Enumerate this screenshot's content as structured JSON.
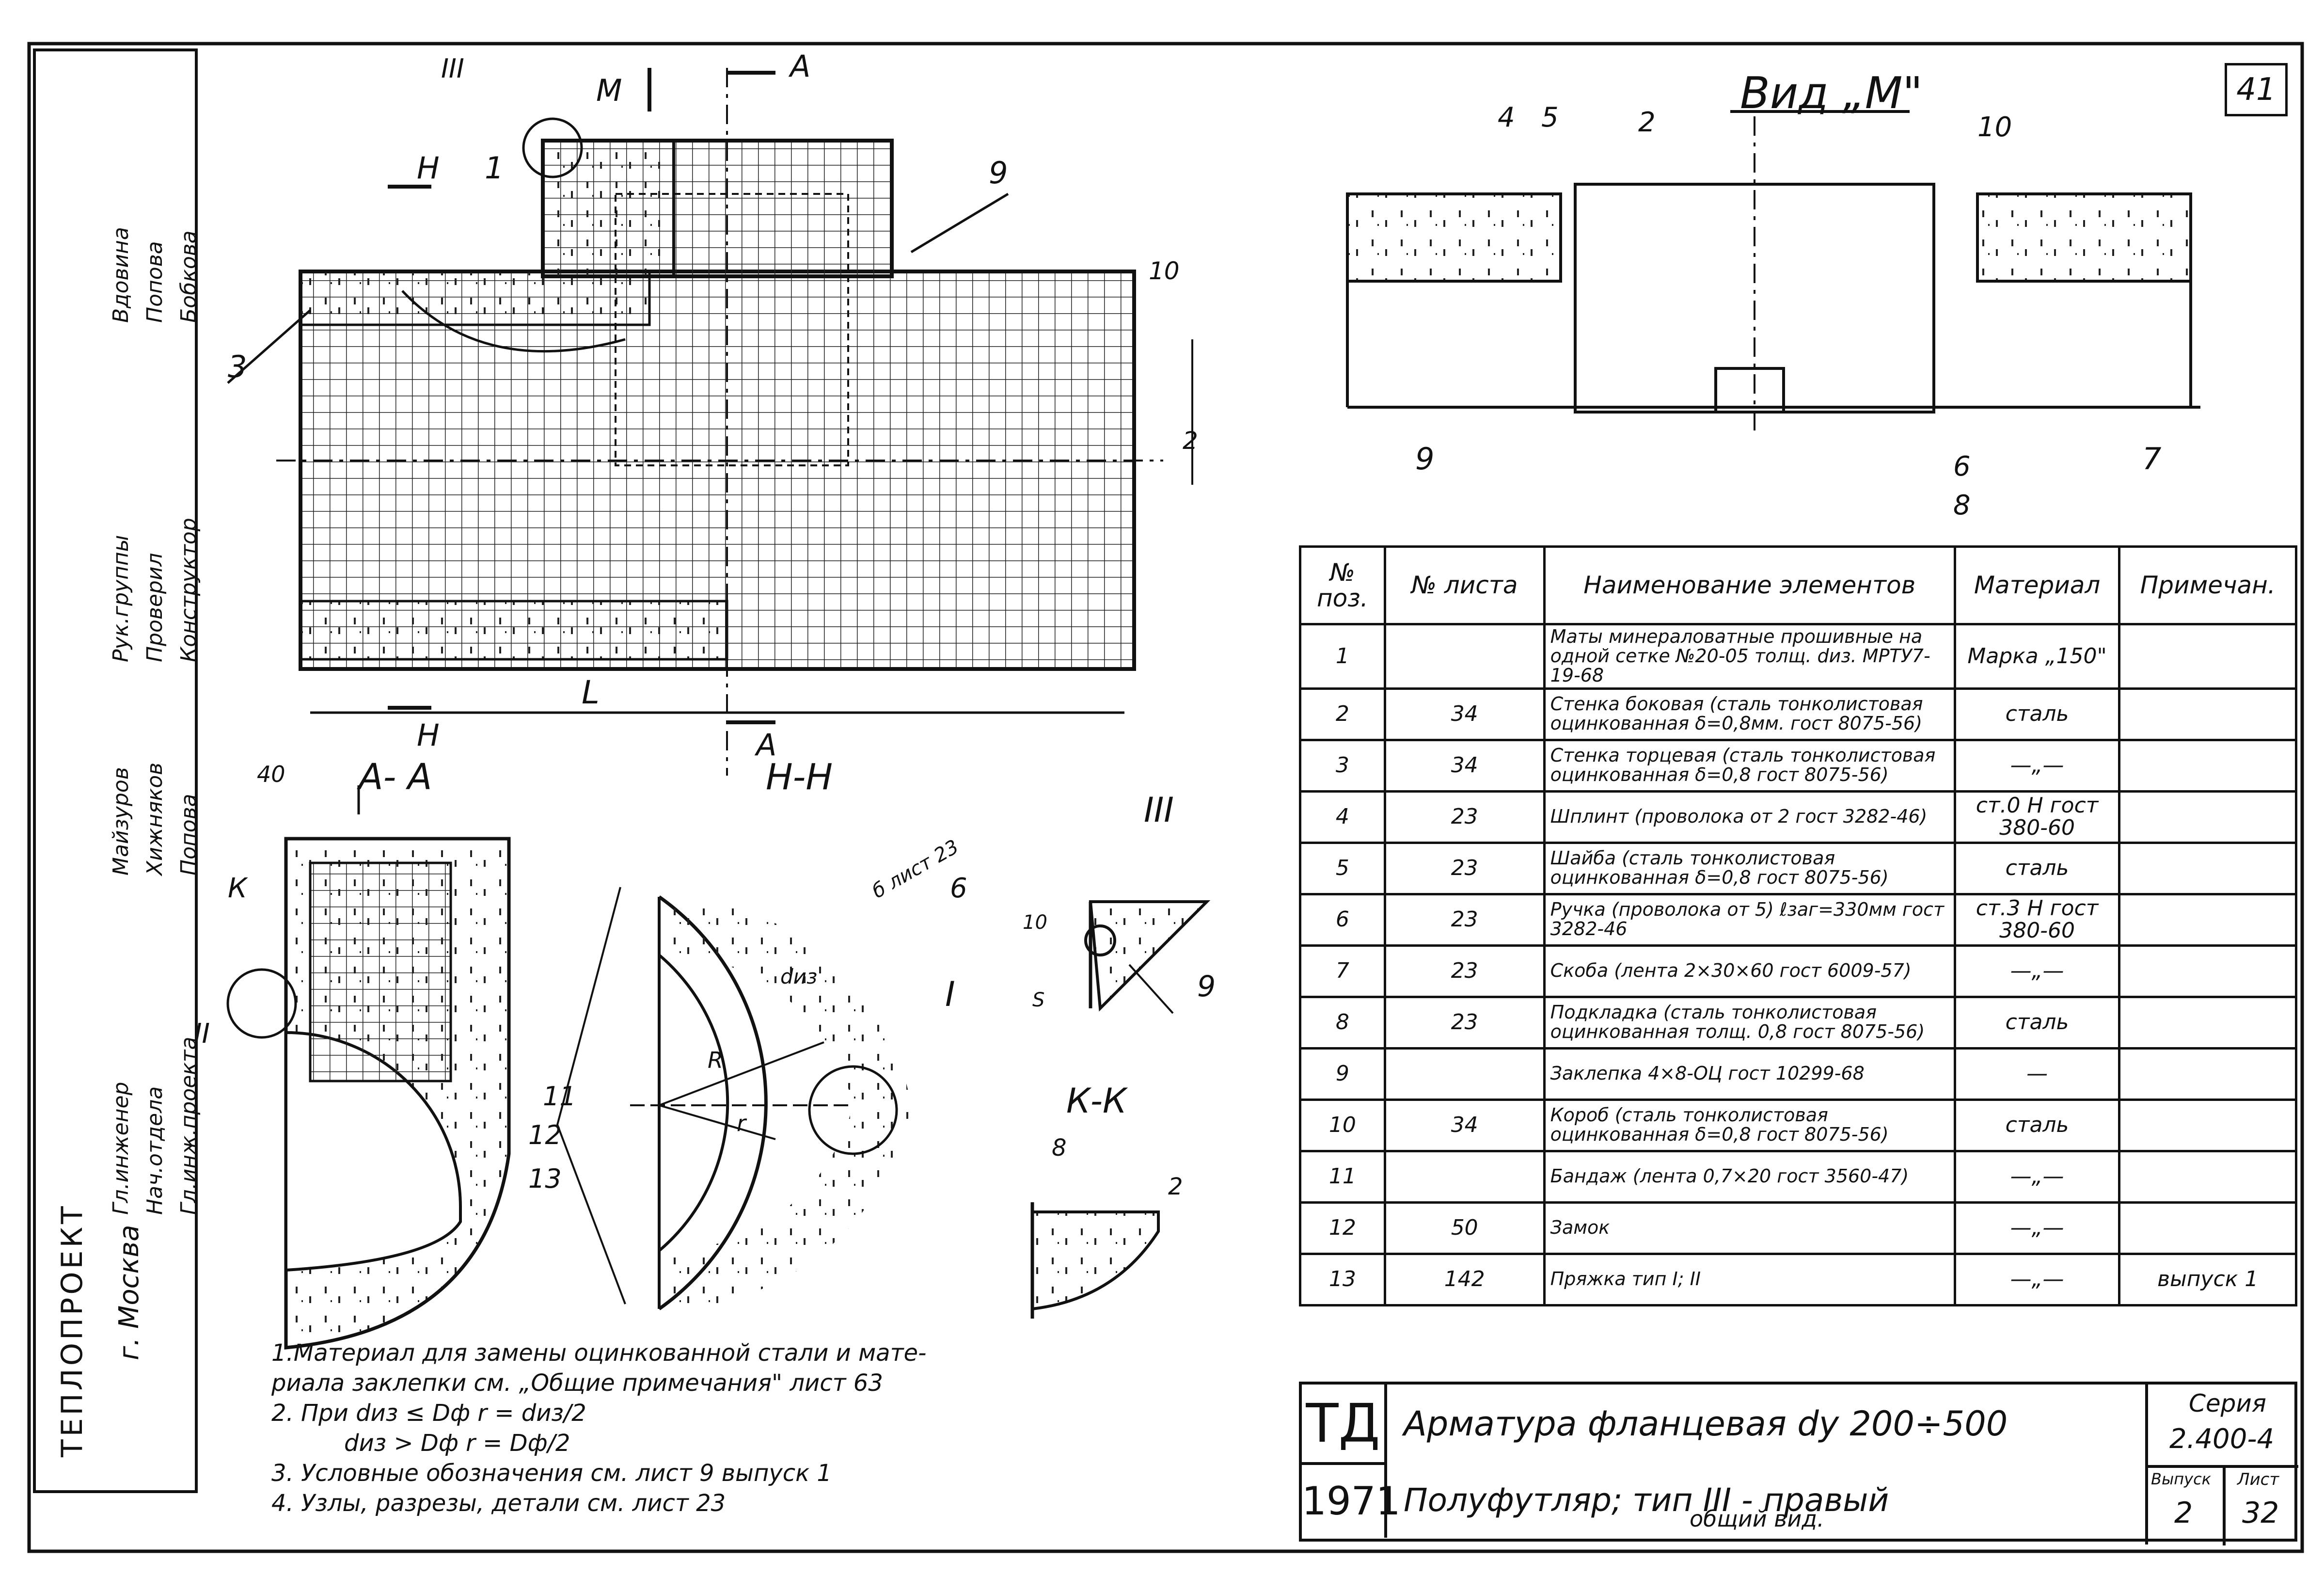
{
  "sheet": {
    "page_number": "41",
    "view_m_title": "Вид „М\""
  },
  "stamp": {
    "org": "ТЕПЛОПРОЕКТ",
    "city": "г. Москва",
    "roles": [
      "Гл.инженер",
      "Нач.отдела",
      "Гл.инж.проекта",
      "Рук.группы",
      "Проверил",
      "Конструктор"
    ],
    "names": [
      "Майзуров",
      "Хижняков",
      "Попова",
      "Вдовина",
      "Попова",
      "Бобкова"
    ]
  },
  "drawing_labels": {
    "plan": [
      "III",
      "М",
      "А",
      "Н",
      "1",
      "9",
      "3",
      "10",
      "2",
      "L",
      "Н",
      "А"
    ],
    "view_m": [
      "4",
      "5",
      "2",
      "10",
      "9",
      "6",
      "8",
      "7"
    ],
    "sections": {
      "aa": "А- А",
      "hh": "Н-Н",
      "iii": "III",
      "kk": "К-К",
      "dim_40": "40",
      "k": "К",
      "ii": "II",
      "i": "I",
      "n11": "11",
      "n12": "12",
      "n13": "13",
      "n6": "6",
      "b_list": "б лист 23",
      "diz": "dиз",
      "R": "R",
      "r": "r",
      "dim_10": "10",
      "s": "S",
      "n9": "9",
      "dim_8": "8",
      "dim_2": "2"
    }
  },
  "spec_table": {
    "headers": [
      "№ поз.",
      "№ листа",
      "Наименование элементов",
      "Материал",
      "Примечан."
    ],
    "rows": [
      {
        "pos": "1",
        "sheet": "",
        "name": "Маты минераловатные прошивные на одной сетке №20-05 толщ. dиз. МРТУ7-19-68",
        "material": "Марка „150\"",
        "note": ""
      },
      {
        "pos": "2",
        "sheet": "34",
        "name": "Стенка боковая (сталь тонколистовая оцинкованная δ=0,8мм. гост 8075-56)",
        "material": "сталь",
        "note": ""
      },
      {
        "pos": "3",
        "sheet": "34",
        "name": "Стенка торцевая (сталь тонколистовая оцинкованная δ=0,8 гост 8075-56)",
        "material": "—„—",
        "note": ""
      },
      {
        "pos": "4",
        "sheet": "23",
        "name": "Шплинт (проволока от 2 гост 3282-46)",
        "material": "ст.0 Н гост 380-60",
        "note": ""
      },
      {
        "pos": "5",
        "sheet": "23",
        "name": "Шайба (сталь тонколистовая оцинкованная δ=0,8 гост 8075-56)",
        "material": "сталь",
        "note": ""
      },
      {
        "pos": "6",
        "sheet": "23",
        "name": "Ручка (проволока от 5) ℓзаг=330мм гост 3282-46",
        "material": "ст.3 Н гост 380-60",
        "note": ""
      },
      {
        "pos": "7",
        "sheet": "23",
        "name": "Скоба (лента 2×30×60 гост 6009-57)",
        "material": "—„—",
        "note": ""
      },
      {
        "pos": "8",
        "sheet": "23",
        "name": "Подкладка (сталь тонколистовая оцинкованная толщ. 0,8 гост 8075-56)",
        "material": "сталь",
        "note": ""
      },
      {
        "pos": "9",
        "sheet": "",
        "name": "Заклепка 4×8-ОЦ гост 10299-68",
        "material": "—",
        "note": ""
      },
      {
        "pos": "10",
        "sheet": "34",
        "name": "Короб (сталь тонколистовая оцинкованная δ=0,8 гост 8075-56)",
        "material": "сталь",
        "note": ""
      },
      {
        "pos": "11",
        "sheet": "",
        "name": "Бандаж (лента 0,7×20 гост 3560-47)",
        "material": "—„—",
        "note": ""
      },
      {
        "pos": "12",
        "sheet": "50",
        "name": "Замок",
        "material": "—„—",
        "note": ""
      },
      {
        "pos": "13",
        "sheet": "142",
        "name": "Пряжка тип I; II",
        "material": "—„—",
        "note": "выпуск 1"
      }
    ]
  },
  "notes": [
    "1.Материал для замены оцинкованной стали и мате-",
    "риала заклепки см. „Общие примечания\" лист 63",
    "2. При dиз ≤ Dф      r = dиз/2",
    "dиз > Dф      r = Dф/2",
    "3. Условные обозначения см. лист 9   выпуск 1",
    "4. Узлы, разрезы, детали см. лист 23"
  ],
  "title_block": {
    "logo_top": "ТД",
    "logo_year": "1971",
    "title": "Арматура фланцевая dy 200÷500",
    "subtitle": "Полуфутляр; тип III - правый",
    "subtitle2": "общий вид.",
    "series_label": "Серия",
    "series_value": "2.400-4",
    "issue_label": "Выпуск",
    "issue_value": "2",
    "sheet_label": "Лист",
    "sheet_value": "32"
  }
}
